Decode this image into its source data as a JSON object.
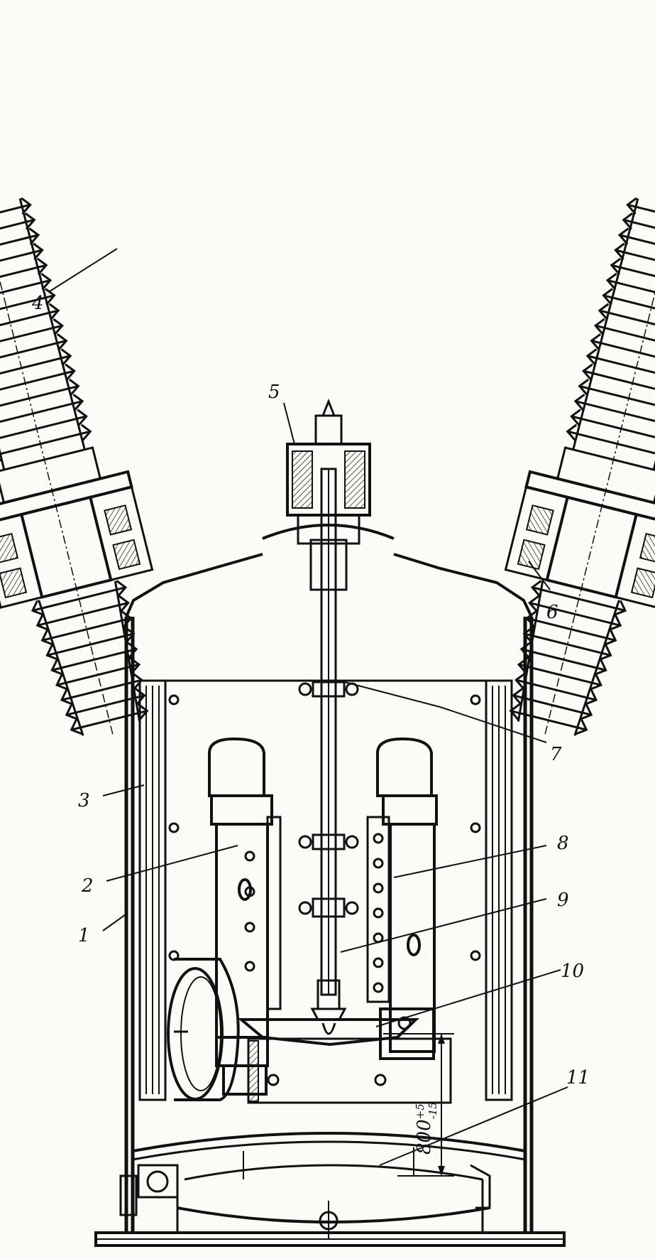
{
  "figure": {
    "callouts": [
      {
        "id": "c1",
        "label": "1"
      },
      {
        "id": "c2",
        "label": "2"
      },
      {
        "id": "c3",
        "label": "3"
      },
      {
        "id": "c4",
        "label": "4"
      },
      {
        "id": "c5",
        "label": "5"
      },
      {
        "id": "c6",
        "label": "6"
      },
      {
        "id": "c7",
        "label": "7"
      },
      {
        "id": "c8",
        "label": "8"
      },
      {
        "id": "c9",
        "label": "9"
      },
      {
        "id": "c10",
        "label": "10"
      },
      {
        "id": "c11",
        "label": "11"
      }
    ],
    "dimension_label": "800+5-15",
    "colors": {
      "ink": "#111111",
      "paper": "#fbfbf8"
    }
  }
}
